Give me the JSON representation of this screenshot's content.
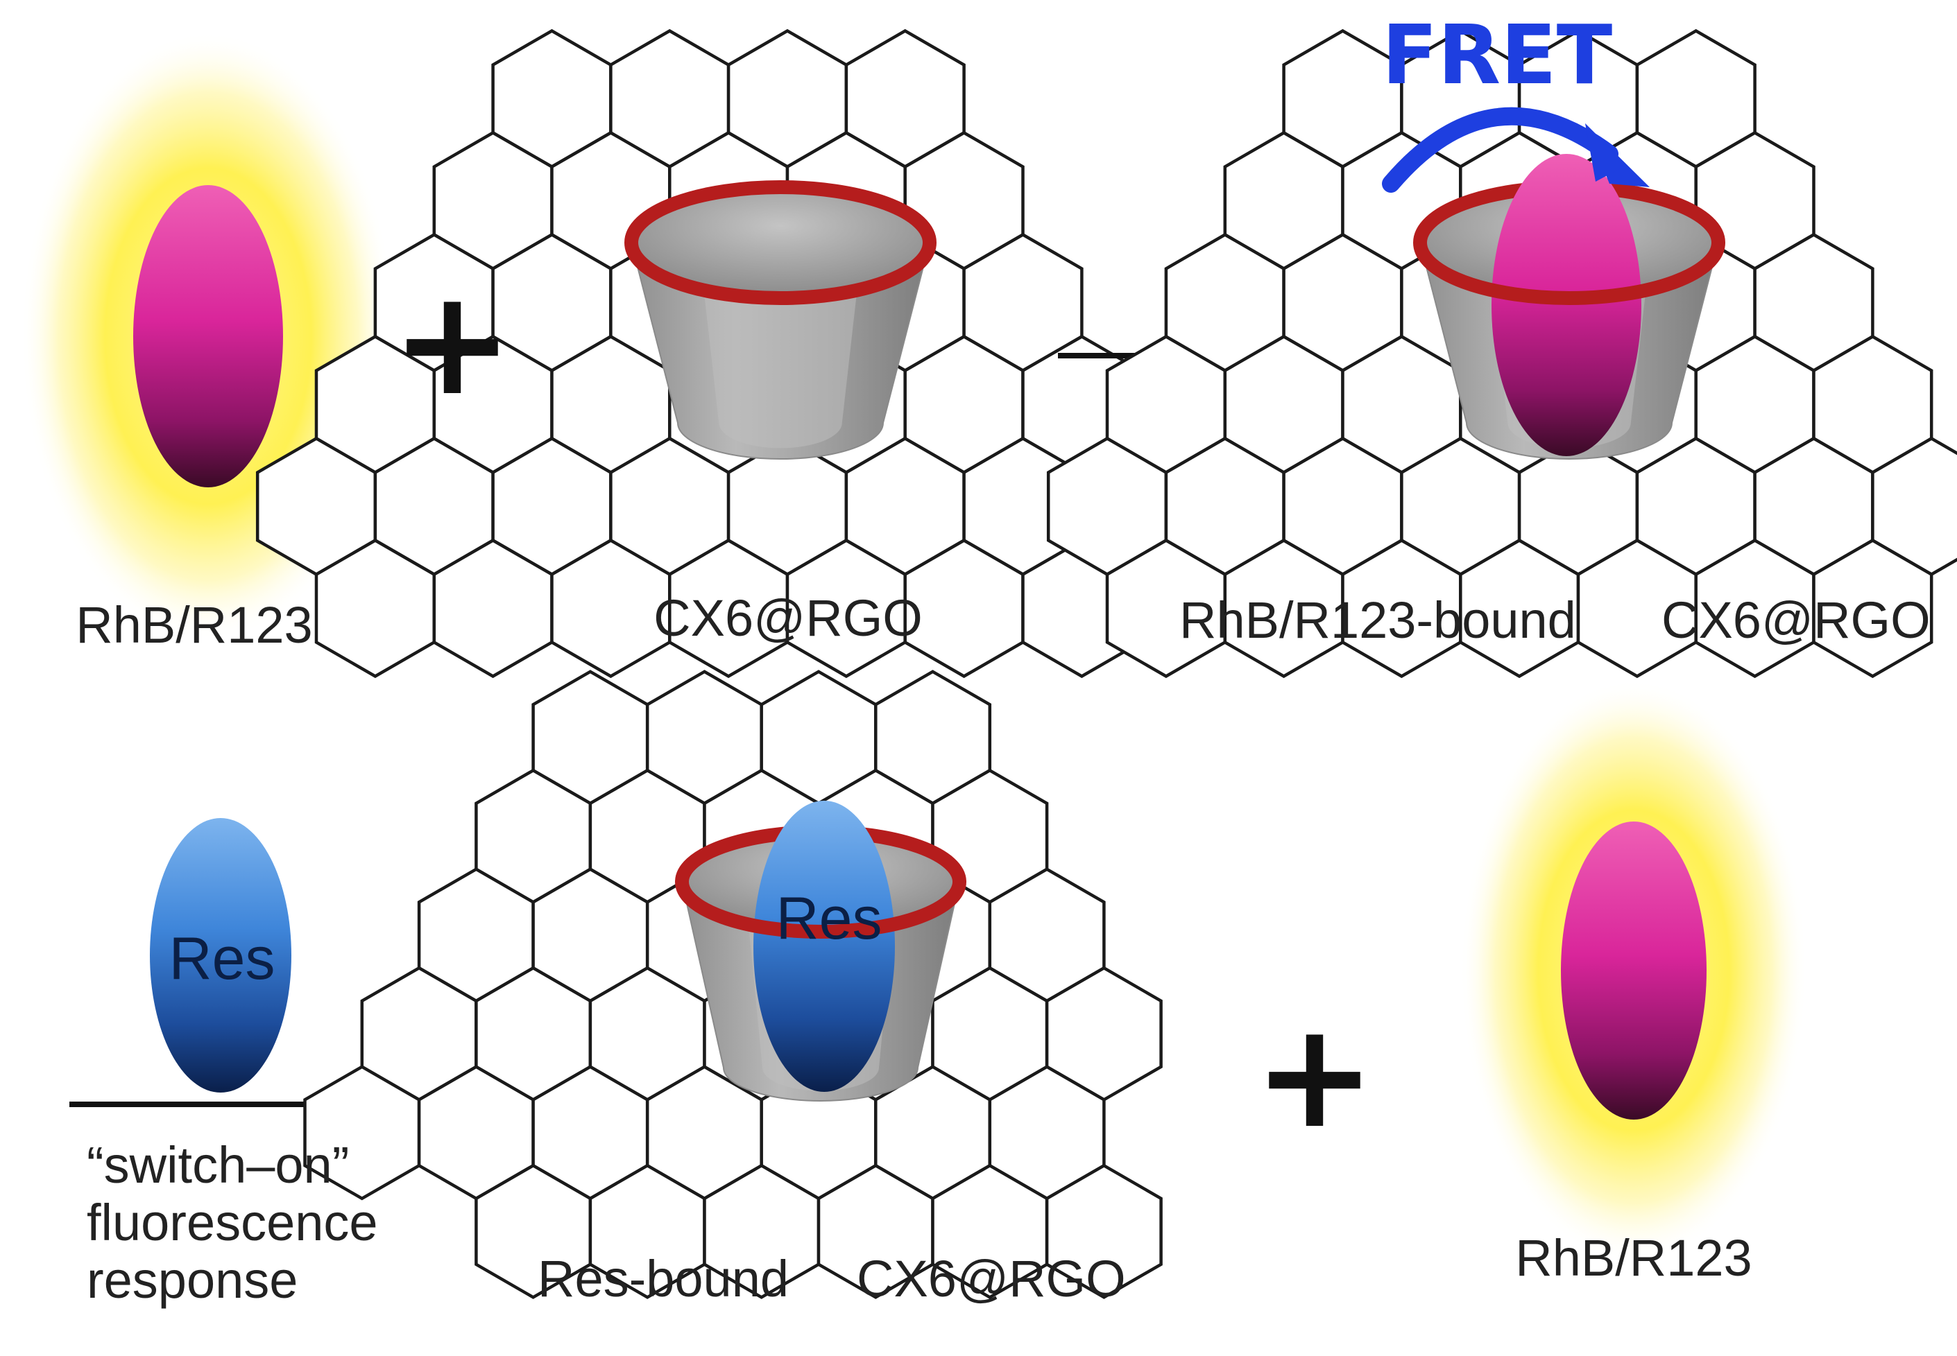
{
  "labels": {
    "dye_top": "RhB/R123",
    "host_top": "CX6@RGO",
    "complex_top": "RhB/R123-bound",
    "complex_top_host": "CX6@RGO",
    "fret": "FRET",
    "res_free": "Res",
    "res_bound": "Res",
    "switch_line1": "“switch–on”",
    "switch_line2": "fluorescence",
    "switch_line3": "response",
    "res_complex": "Res-bound",
    "res_complex_host": "CX6@RGO",
    "dye_bottom": "RhB/R123"
  },
  "symbols": {
    "plus": "+"
  },
  "colors": {
    "glow": "#fff04a",
    "dye_top": "#e8389c",
    "dye_bottom": "#3a0a26",
    "res_top": "#5ea0e8",
    "res_bottom": "#0a1f4a",
    "rim": "#b51d1d",
    "cone": "#a7a7a7",
    "fret": "#1e3fe0"
  }
}
